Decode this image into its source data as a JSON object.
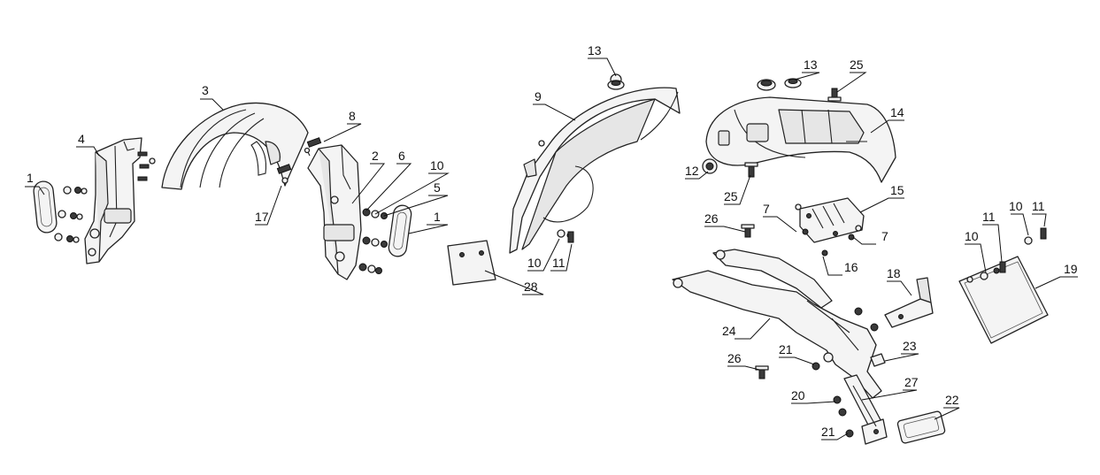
{
  "callouts": {
    "c1a": "1",
    "c1b": "1",
    "c2": "2",
    "c3": "3",
    "c4": "4",
    "c5": "5",
    "c6": "6",
    "c7a": "7",
    "c7b": "7",
    "c8": "8",
    "c9": "9",
    "c10a": "10",
    "c10b": "10",
    "c10c": "10",
    "c10d": "10",
    "c11a": "11",
    "c11b": "11",
    "c11c": "11",
    "c12": "12",
    "c13a": "13",
    "c13b": "13",
    "c14": "14",
    "c15": "15",
    "c16": "16",
    "c17": "17",
    "c18": "18",
    "c19": "19",
    "c20": "20",
    "c21a": "21",
    "c21b": "21",
    "c22": "22",
    "c23": "23",
    "c24": "24",
    "c25a": "25",
    "c25b": "25",
    "c26a": "26",
    "c26b": "26",
    "c27": "27",
    "c28": "28"
  }
}
